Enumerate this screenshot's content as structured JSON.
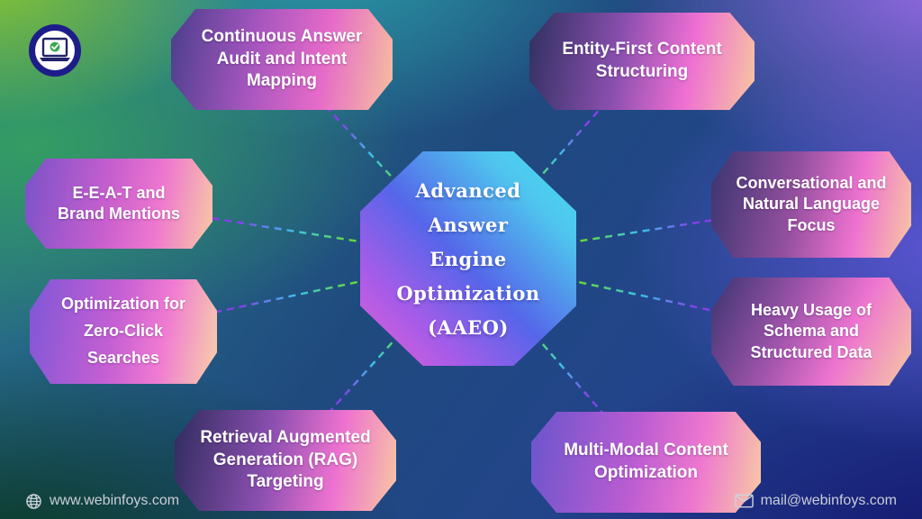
{
  "page": {
    "title": "Advanced Answer Engine Optimization (AAEO) mind map"
  },
  "center": {
    "lines": [
      "Advanced",
      "Answer",
      "Engine",
      "Optimization",
      "(AAEO)"
    ]
  },
  "nodes": [
    {
      "label": "Continuous Answer Audit and Intent Mapping"
    },
    {
      "label": "Entity-First Content Structuring"
    },
    {
      "label": "E-E-A-T and Brand Mentions"
    },
    {
      "label": "Conversational and Natural Language Focus"
    },
    {
      "label": "Optimization for Zero-Click Searches"
    },
    {
      "label": "Heavy Usage of Schema and Structured Data"
    },
    {
      "label": "Retrieval Augmented Generation (RAG) Targeting"
    },
    {
      "label": "Multi-Modal Content Optimization"
    }
  ],
  "footer": {
    "website": "www.webinfoys.com",
    "email": "mail@webinfoys.com"
  },
  "icons": {
    "logo": "laptop-check-icon",
    "website": "globe-icon",
    "email": "mail-icon"
  },
  "colors": {
    "connector_green": "#62d93c",
    "connector_cyan": "#3cc0e8",
    "connector_purple": "#8440e8",
    "center_cyan": "#49d8f2",
    "center_magenta": "#e05fd8",
    "node_peach": "#f8c8a2",
    "node_pink": "#ee72d0",
    "logo_navy": "#1d1d8a",
    "check_green": "#3aa94f"
  }
}
